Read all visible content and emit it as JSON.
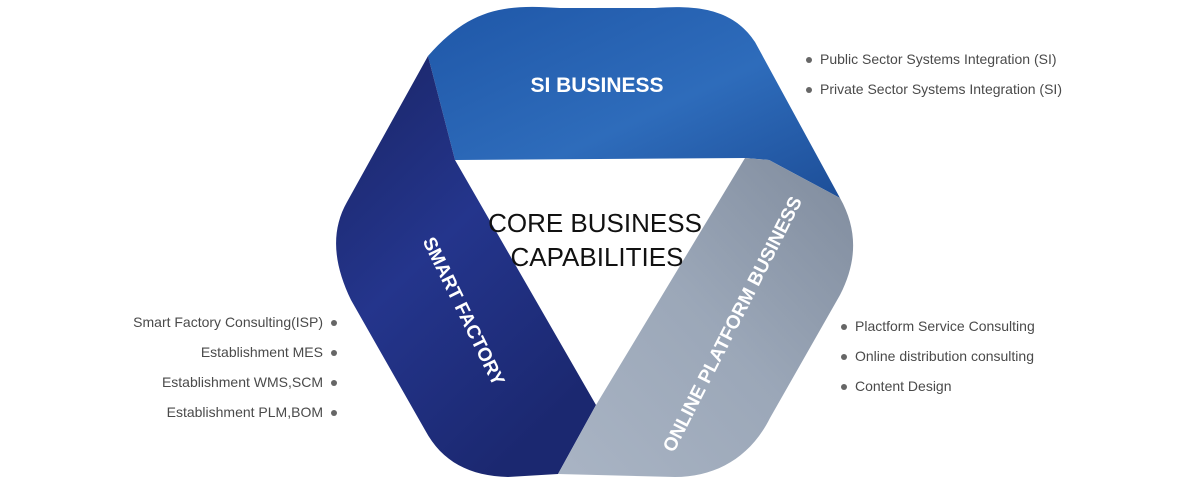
{
  "center": {
    "line1": "CORE BUSINESS",
    "line2": "CAPABILITIES"
  },
  "segments": [
    {
      "id": "si",
      "title": "SI BUSINESS",
      "color_light": "#2f6db8",
      "color_dark": "#1f4f9a",
      "items": [
        "Public Sector Systems Integration (SI)",
        "Private Sector Systems Integration (SI)"
      ]
    },
    {
      "id": "smart-factory",
      "title": "SMART FACTORY",
      "color_light": "#2a3f98",
      "color_dark": "#1b276b",
      "items": [
        "Smart Factory Consulting(ISP)",
        "Establishment MES",
        "Establishment WMS,SCM",
        "Establishment PLM,BOM"
      ]
    },
    {
      "id": "online-platform",
      "title": "ONLINE PLATFORM BUSINESS",
      "color_light": "#a4b0c2",
      "color_dark": "#7c889a",
      "items": [
        "Plactform Service Consulting",
        "Online distribution consulting",
        "Content Design"
      ]
    }
  ]
}
